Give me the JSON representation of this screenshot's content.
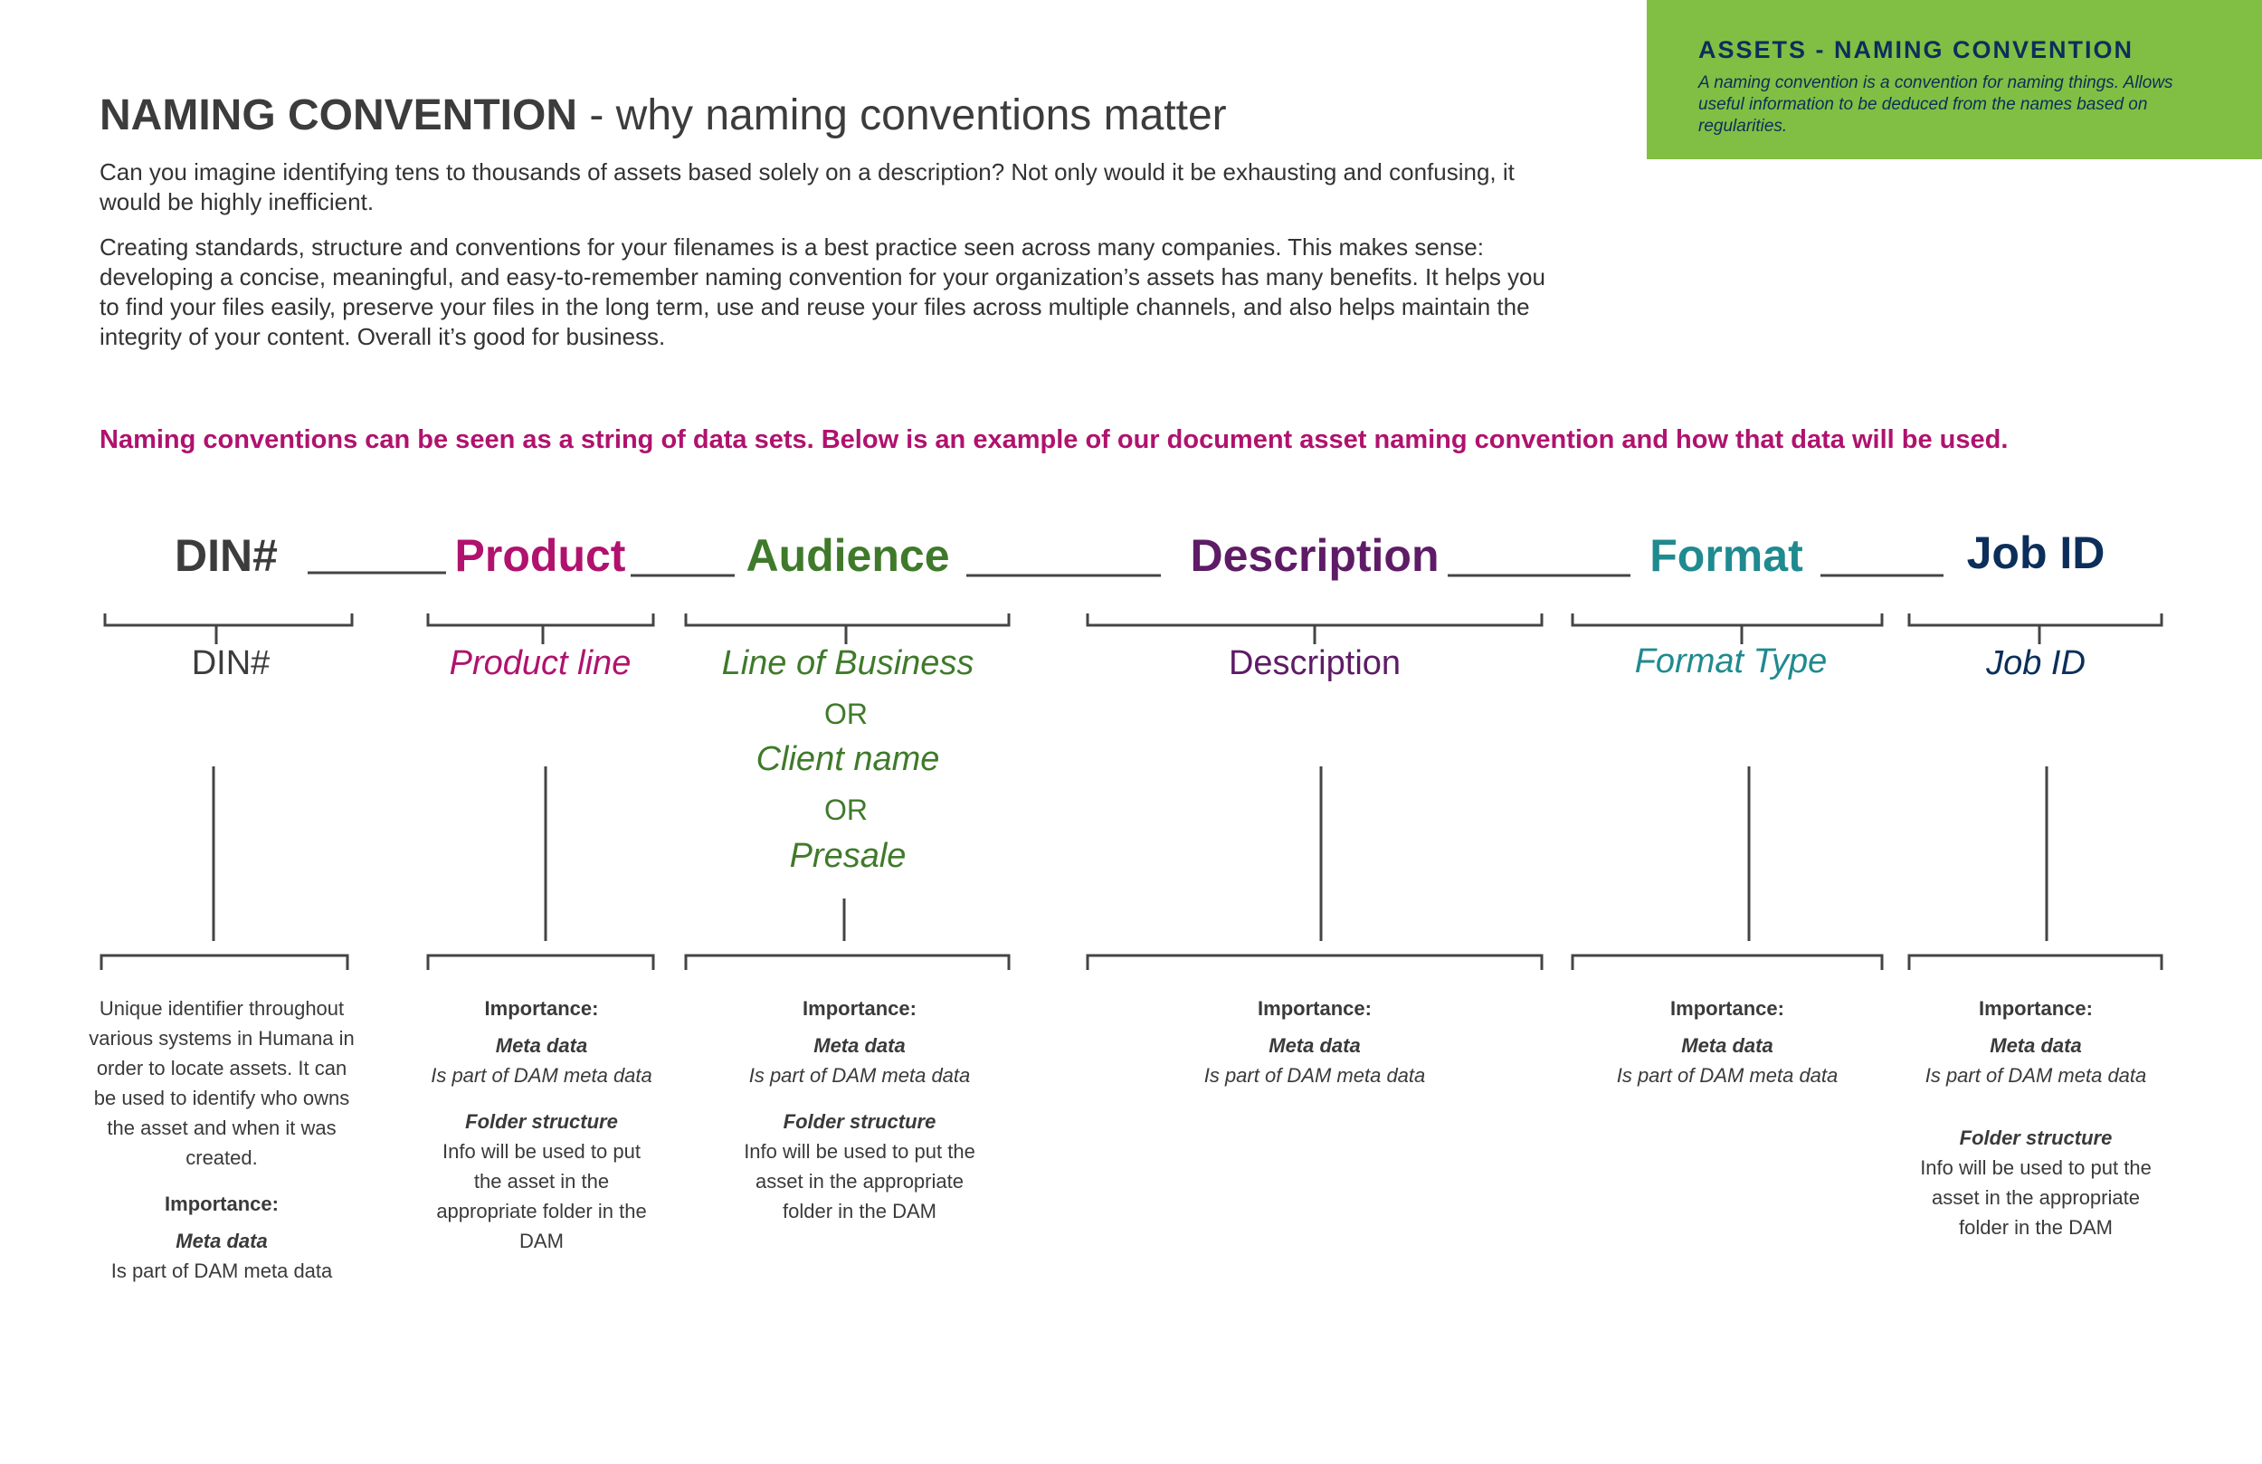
{
  "header": {
    "title_bold": "NAMING CONVENTION",
    "title_rest": " - why naming conventions matter",
    "para1": "Can you imagine identifying tens to thousands of assets based solely on a description? Not only would it be exhausting and confusing, it would be highly inefficient.",
    "para2": "Creating standards, structure and conventions for your filenames is a best practice seen across many companies. This makes sense: developing a concise, meaningful, and easy-to-remember naming convention for your organization’s assets has many benefits. It helps you to find your files easily, preserve your files in the long term, use and reuse your files across multiple channels, and also helps maintain the integrity of your content. Overall it’s good for business.",
    "callout": "Naming conventions can be seen as a string of data sets. Below is an example of our document asset naming convention and how that data will be used."
  },
  "sidebox": {
    "title": "ASSETS - NAMING CONVENTION",
    "text": "A naming convention is a convention for naming things. Allows useful information to be deduced from the names based on regularities."
  },
  "colors": {
    "dark": "#3c3c3c",
    "product": "#b0126e",
    "audience": "#3f7a2a",
    "description": "#5e1b66",
    "format": "#1f8a8f",
    "jobid": "#0b2f5a",
    "green_box": "#80bf44"
  },
  "columns": {
    "din": {
      "header": "DIN#",
      "label": "DIN#",
      "desc": "Unique identifier throughout various systems in Humana in order to locate assets. It can be used to identify who owns the asset and when it was created.",
      "importance": "Importance:",
      "meta": "Meta data",
      "meta_text": "Is part of DAM meta data"
    },
    "product": {
      "header": "Product",
      "label": "Product line",
      "importance": "Importance:",
      "meta": "Meta data",
      "meta_text": "Is part of DAM meta data",
      "folder": "Folder structure",
      "folder_text": "Info will be used to put the asset in the appropriate folder in the DAM"
    },
    "audience": {
      "header": "Audience",
      "label1": "Line of Business",
      "or1": "OR",
      "label2": "Client name",
      "or2": "OR",
      "label3": "Presale",
      "importance": "Importance:",
      "meta": "Meta data",
      "meta_text": "Is part of DAM meta data",
      "folder": "Folder structure",
      "folder_text": "Info will be used to put the asset in the appropriate folder in the DAM"
    },
    "description": {
      "header": "Description",
      "label": "Description",
      "importance": "Importance:",
      "meta": "Meta data",
      "meta_text": "Is part of DAM meta data"
    },
    "format": {
      "header": "Format",
      "label": "Format Type",
      "importance": "Importance:",
      "meta": "Meta data",
      "meta_text": "Is part of DAM meta data"
    },
    "jobid": {
      "header": "Job ID",
      "label": "Job ID",
      "importance": "Importance:",
      "meta": "Meta data",
      "meta_text": "Is part of DAM meta data",
      "folder": "Folder structure",
      "folder_text": "Info will be used to put the asset in the appropriate folder in the DAM"
    }
  }
}
